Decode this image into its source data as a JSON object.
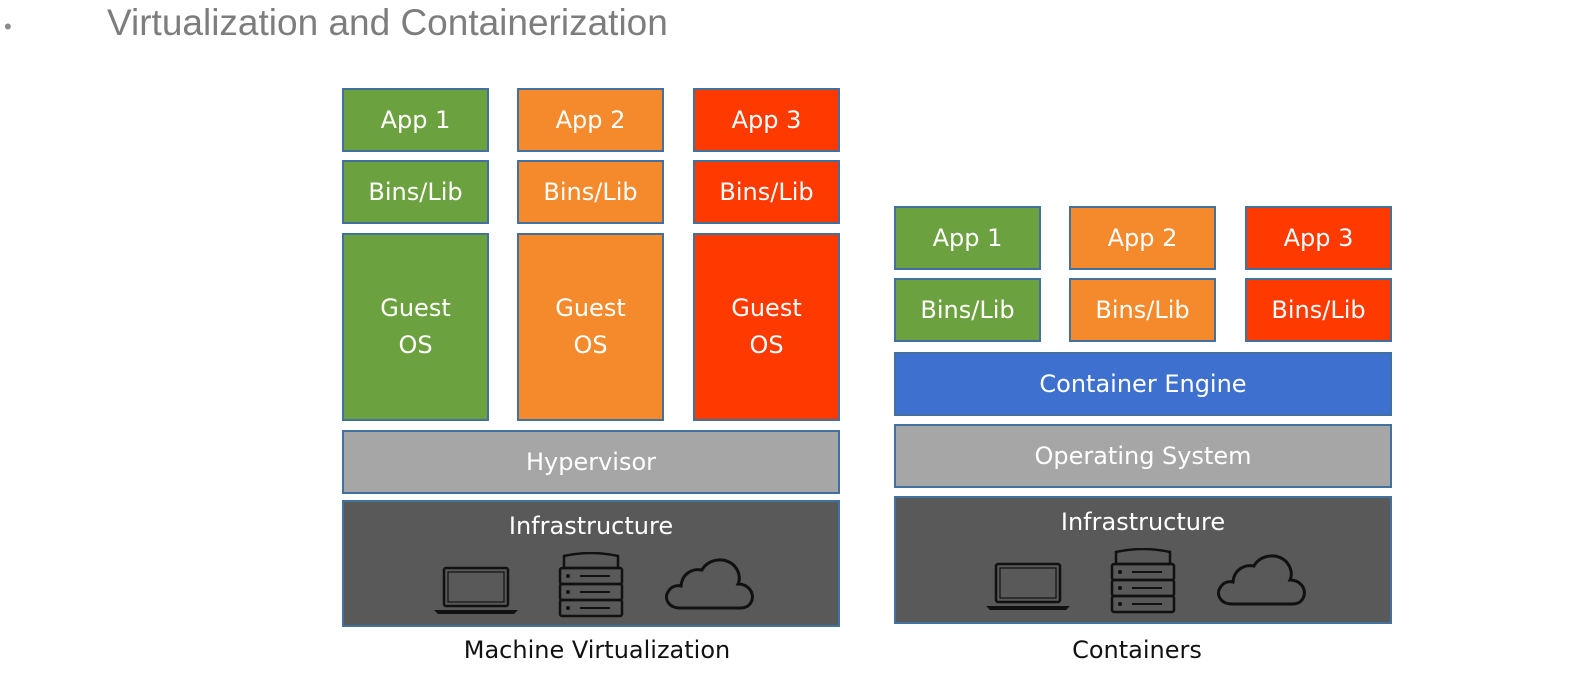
{
  "slide": {
    "bullet": "•",
    "title": "Virtualization and Containerization"
  },
  "colors": {
    "app1": "#6ca13f",
    "app2": "#f48a2c",
    "app3": "#ff3a00",
    "hypervisor": "#a6a6a6",
    "operating_system": "#a6a6a6",
    "container_engine": "#3e71cf",
    "infrastructure": "#595959",
    "border": "#41719c"
  },
  "vm": {
    "caption": "Machine Virtualization",
    "columns": [
      {
        "app": "App 1",
        "bins": "Bins/Lib",
        "guest_line1": "Guest",
        "guest_line2": "OS"
      },
      {
        "app": "App 2",
        "bins": "Bins/Lib",
        "guest_line1": "Guest",
        "guest_line2": "OS"
      },
      {
        "app": "App 3",
        "bins": "Bins/Lib",
        "guest_line1": "Guest",
        "guest_line2": "OS"
      }
    ],
    "hypervisor": "Hypervisor",
    "infrastructure": "Infrastructure",
    "icons": [
      "laptop-icon",
      "server-icon",
      "cloud-icon"
    ]
  },
  "containers": {
    "caption": "Containers",
    "columns": [
      {
        "app": "App 1",
        "bins": "Bins/Lib"
      },
      {
        "app": "App 2",
        "bins": "Bins/Lib"
      },
      {
        "app": "App 3",
        "bins": "Bins/Lib"
      }
    ],
    "engine": "Container Engine",
    "os": "Operating System",
    "infrastructure": "Infrastructure",
    "icons": [
      "laptop-icon",
      "server-icon",
      "cloud-icon"
    ]
  }
}
